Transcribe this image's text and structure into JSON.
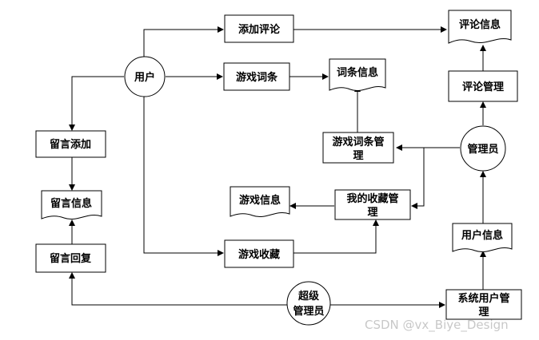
{
  "nodes": {
    "user": "用户",
    "super_admin": [
      "超级",
      "管理员"
    ],
    "admin": "管理员",
    "add_comment": "添加评论",
    "comment_info": "评论信息",
    "game_terms": "游戏词条",
    "term_info": "词条信息",
    "comment_manage": "评论管理",
    "msg_add": "留言添加",
    "msg_info": "留言信息",
    "msg_reply": "留言回复",
    "term_manage": [
      "游戏词条管",
      "理"
    ],
    "game_info": "游戏信息",
    "fav_manage": [
      "我的收藏管",
      "理"
    ],
    "game_fav": "游戏收藏",
    "user_info": "用户信息",
    "sys_user_manage": [
      "系统用户管",
      "理"
    ]
  },
  "watermark": "CSDN @vx_Biye_Design"
}
